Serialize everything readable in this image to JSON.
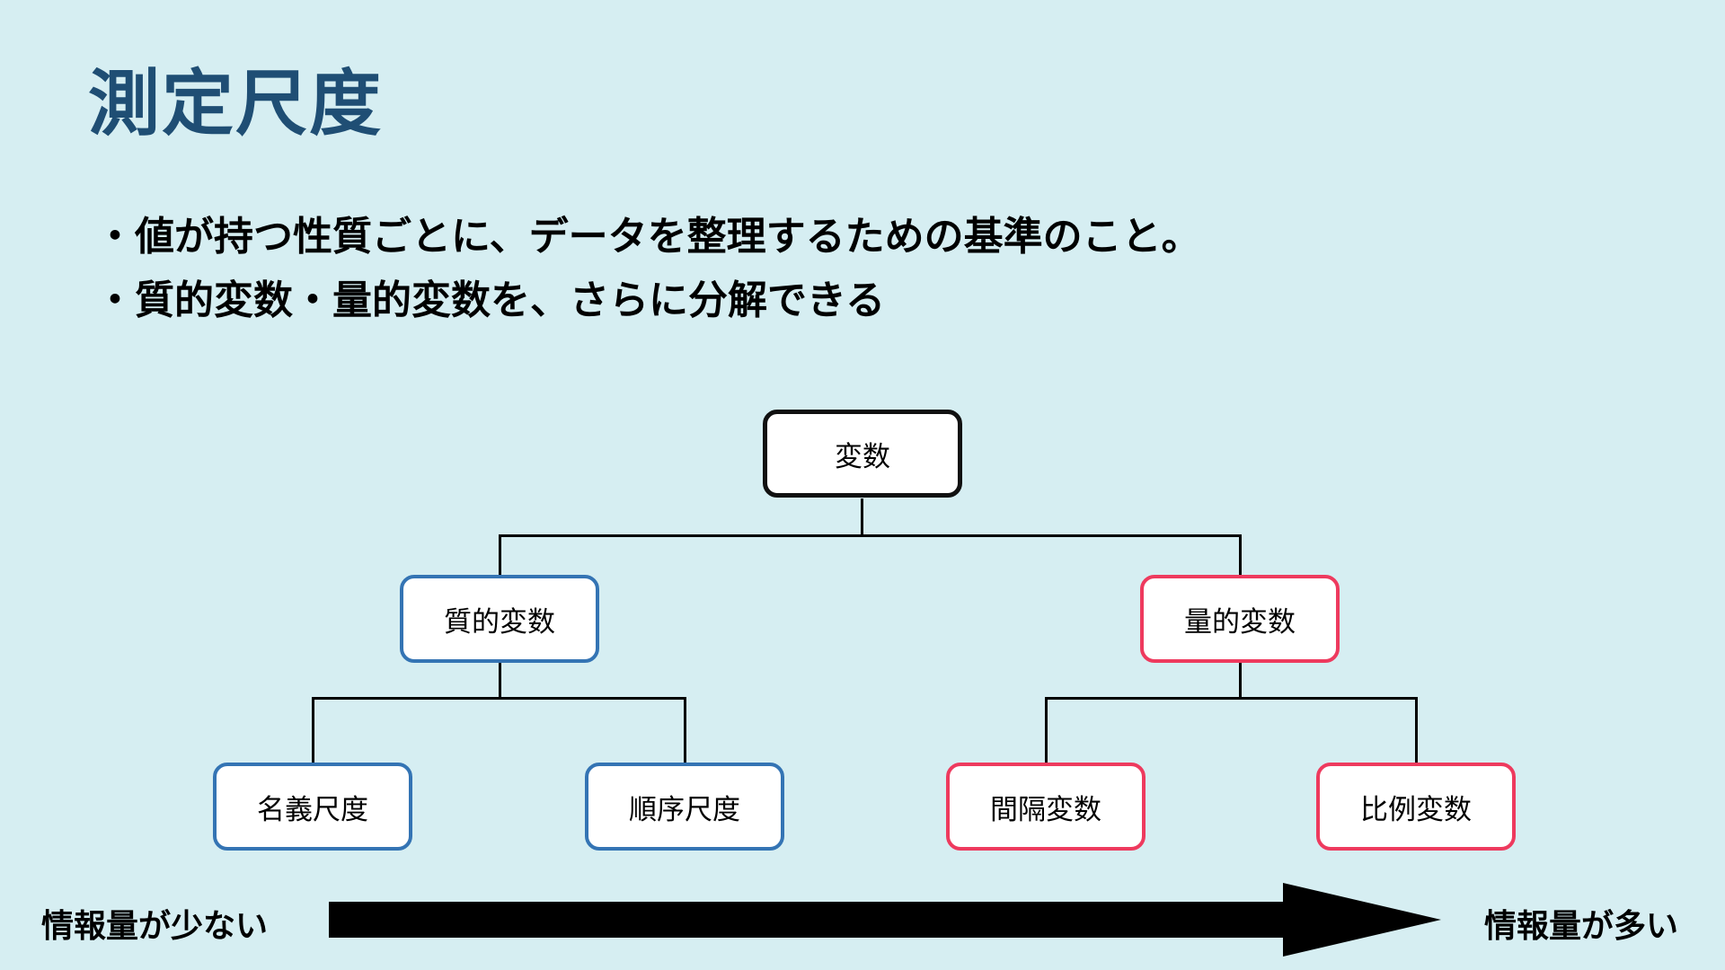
{
  "slide": {
    "title": "測定尺度",
    "bullets": [
      "・値が持つ性質ごとに、データを整理するための基準のこと。",
      "・質的変数・量的変数を、さらに分解できる"
    ]
  },
  "diagram": {
    "type": "tree",
    "nodes": {
      "root": {
        "label": "変数",
        "border_color": "#111111",
        "children": [
          "qualitative",
          "quantitative"
        ]
      },
      "qualitative": {
        "label": "質的変数",
        "border_color": "#3474b4",
        "children": [
          "nominal",
          "ordinal"
        ]
      },
      "quantitative": {
        "label": "量的変数",
        "border_color": "#ee3a5e",
        "children": [
          "interval",
          "ratio"
        ]
      },
      "nominal": {
        "label": "名義尺度",
        "border_color": "#3474b4",
        "children": []
      },
      "ordinal": {
        "label": "順序尺度",
        "border_color": "#3474b4",
        "children": []
      },
      "interval": {
        "label": "間隔変数",
        "border_color": "#ee3a5e",
        "children": []
      },
      "ratio": {
        "label": "比例変数",
        "border_color": "#ee3a5e",
        "children": []
      }
    }
  },
  "info_axis": {
    "left_label": "情報量が少ない",
    "right_label": "情報量が多い",
    "arrow_direction": "right"
  },
  "colors": {
    "background": "#d6eef2",
    "title_text": "#1f4e74",
    "body_text": "#000000",
    "node_fill": "#ffffff",
    "root_border": "#111111",
    "qualitative_border": "#3474b4",
    "quantitative_border": "#ee3a5e",
    "arrow": "#000000"
  }
}
